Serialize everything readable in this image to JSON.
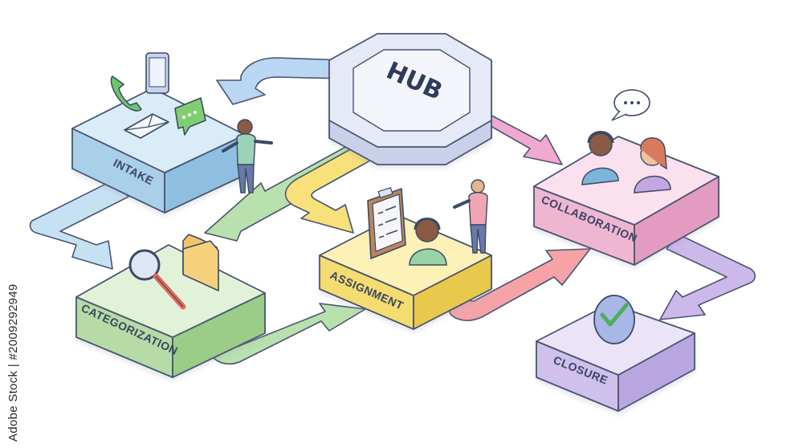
{
  "hub": {
    "label": "HUB"
  },
  "stages": {
    "intake": "INTAKE",
    "categorization": "CATEGORIZATION",
    "assignment": "ASSIGNMENT",
    "collaboration": "COLLABORATION",
    "closure": "CLOSURE"
  },
  "watermark": "Adobe Stock | #2009292949",
  "colors": {
    "hub": "#e6eaf6",
    "intake": "#cfe6f6",
    "categorization": "#d9efce",
    "assignment": "#fbeb9e",
    "collaboration": "#f8d0e4",
    "closure": "#e1d6f3",
    "outline": "#4a5470"
  },
  "icons": [
    "phone-icon",
    "smartphone-icon",
    "envelope-icon",
    "chat-bubble-icon",
    "magnifier-icon",
    "folder-icon",
    "clipboard-icon",
    "headset-agent-icon",
    "speech-bubble-icon",
    "checkmark-circle-icon"
  ]
}
